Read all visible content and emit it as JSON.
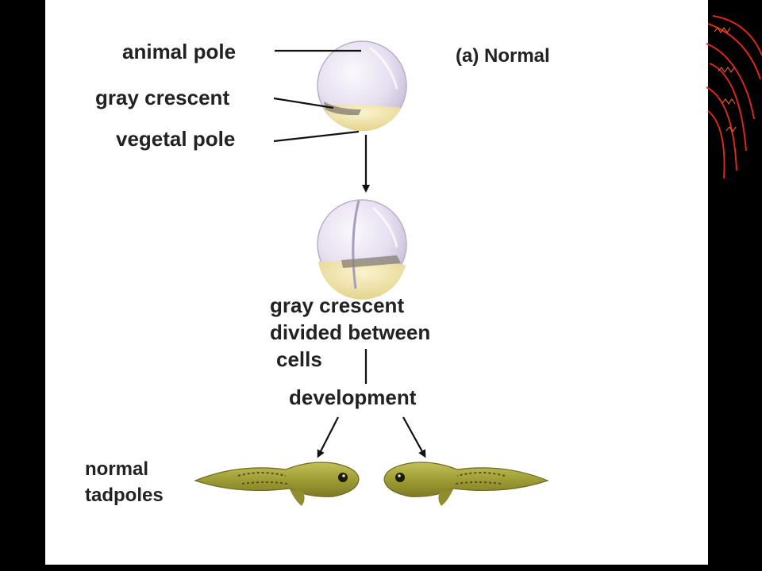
{
  "panel_label": "(a) Normal",
  "egg_labels": {
    "animal_pole": "animal pole",
    "gray_crescent": "gray crescent",
    "vegetal_pole": "vegetal pole"
  },
  "division_caption": {
    "line1": "gray crescent",
    "line2": "divided between",
    "line3": "cells"
  },
  "development_label": "development",
  "result_label": {
    "line1": "normal",
    "line2": "tadpoles"
  },
  "colors": {
    "slide_background": "#ffffff",
    "frame_background": "#000000",
    "egg_top": "#e6dff0",
    "egg_yolk": "#efe2a4",
    "tadpole_body": "#a8a63a",
    "tadpole_dark": "#55521c",
    "decoration_red": "#d9281e"
  }
}
